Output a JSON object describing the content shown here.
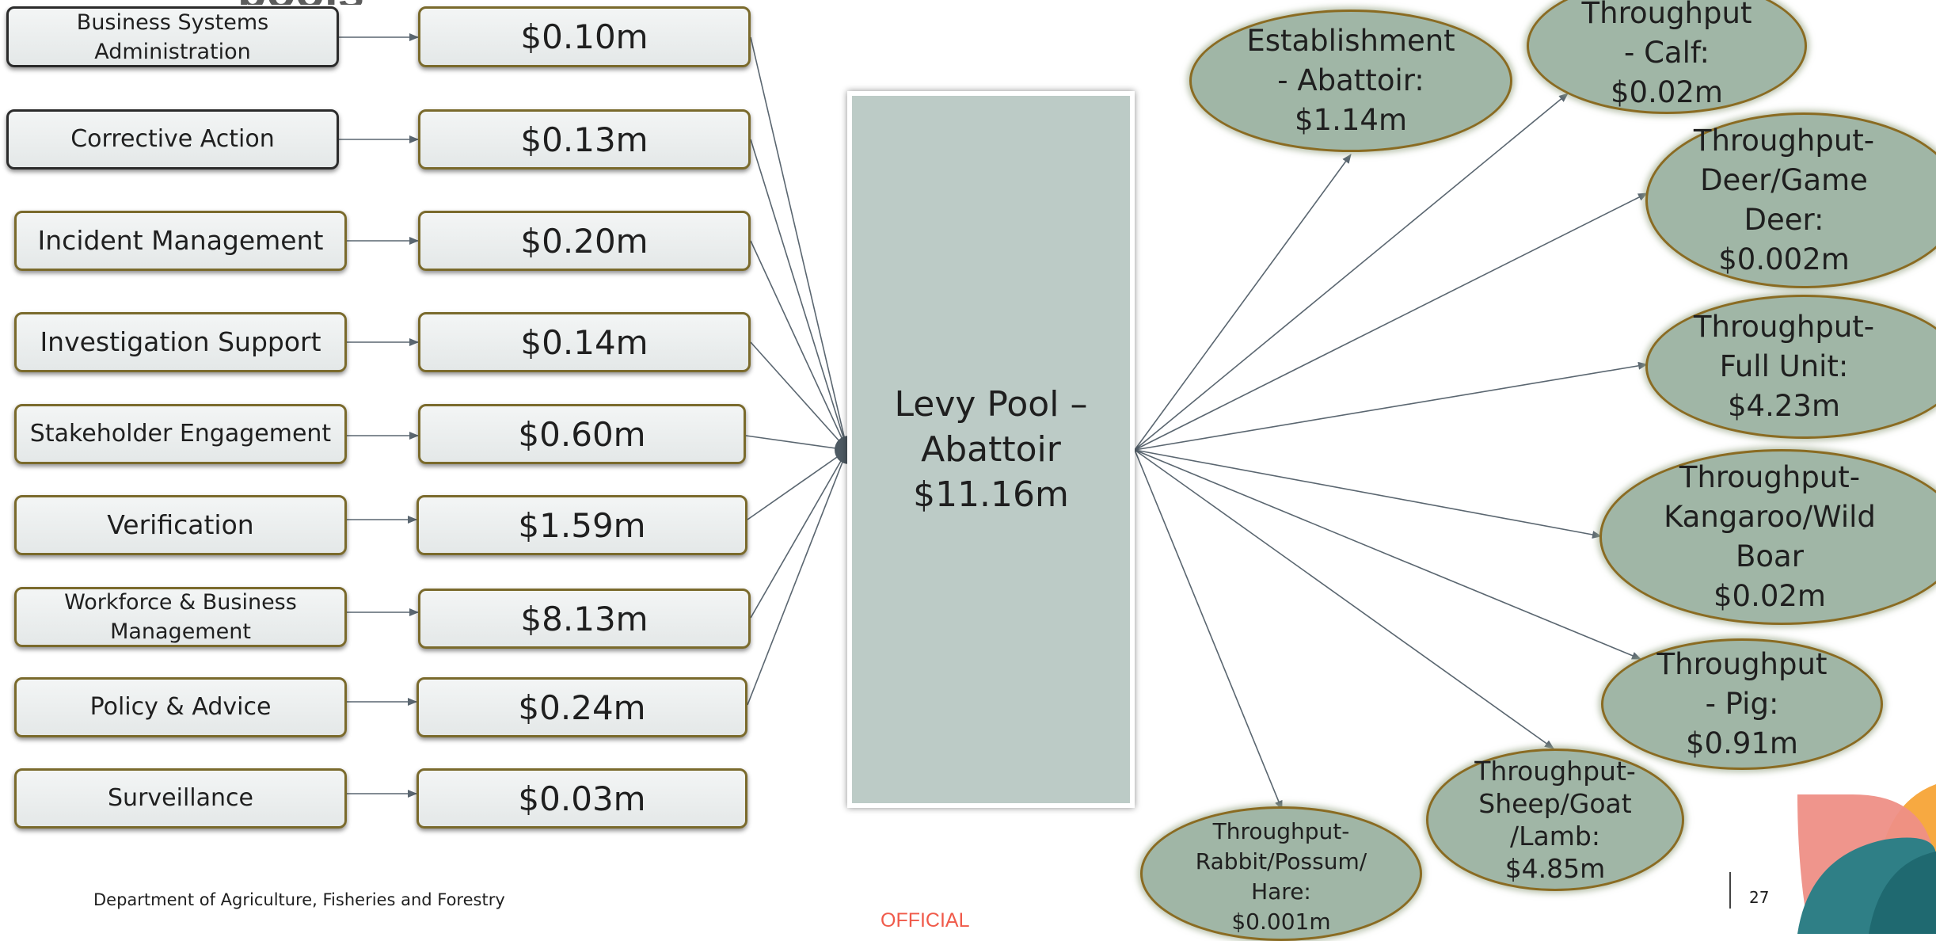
{
  "inputs": [
    {
      "label": "Business Systems Administration",
      "value": "$0.10m"
    },
    {
      "label": "Corrective Action",
      "value": "$0.13m"
    },
    {
      "label": "Incident Management",
      "value": "$0.20m"
    },
    {
      "label": "Investigation Support",
      "value": "$0.14m"
    },
    {
      "label": "Stakeholder Engagement",
      "value": "$0.60m"
    },
    {
      "label": "Verification",
      "value": "$1.59m"
    },
    {
      "label": "Workforce & Business Management",
      "value": "$8.13m"
    },
    {
      "label": "Policy & Advice",
      "value": "$0.24m"
    },
    {
      "label": "Surveillance",
      "value": "$0.03m"
    }
  ],
  "pool": {
    "line1": "Levy Pool –",
    "line2": "Abattoir",
    "line3": "$11.16m"
  },
  "outputs": [
    {
      "lines": [
        "Establishment",
        "- Abattoir:",
        "$1.14m"
      ]
    },
    {
      "lines": [
        "Throughput",
        "- Calf:",
        "$0.02m"
      ]
    },
    {
      "lines": [
        "Throughput-",
        "Deer/Game",
        "Deer:",
        "$0.002m"
      ]
    },
    {
      "lines": [
        "Throughput-",
        "Full Unit:",
        "$4.23m"
      ]
    },
    {
      "lines": [
        "Throughput-",
        "Kangaroo/Wild",
        "Boar",
        "$0.02m"
      ]
    },
    {
      "lines": [
        "Throughput",
        "- Pig:",
        "$0.91m"
      ]
    },
    {
      "lines": [
        "Throughput-",
        "Sheep/Goat",
        "/Lamb:",
        "$4.85m"
      ]
    },
    {
      "lines": [
        "Throughput-",
        "Rabbit/Possum/",
        "Hare:",
        "$0.001m"
      ]
    }
  ],
  "footer": {
    "department": "Department of Agriculture, Fisheries and Forestry",
    "classification": "OFFICIAL",
    "page_number": "27"
  },
  "colors": {
    "box_border": "#7a6a2c",
    "pool_fill": "#bccbc6",
    "ellipse_fill": "#a0b6a6",
    "official_red": "#f05a4a",
    "decor_pink": "#ee8f86",
    "decor_orange": "#f7a941",
    "decor_teal": "#2f7f86"
  }
}
